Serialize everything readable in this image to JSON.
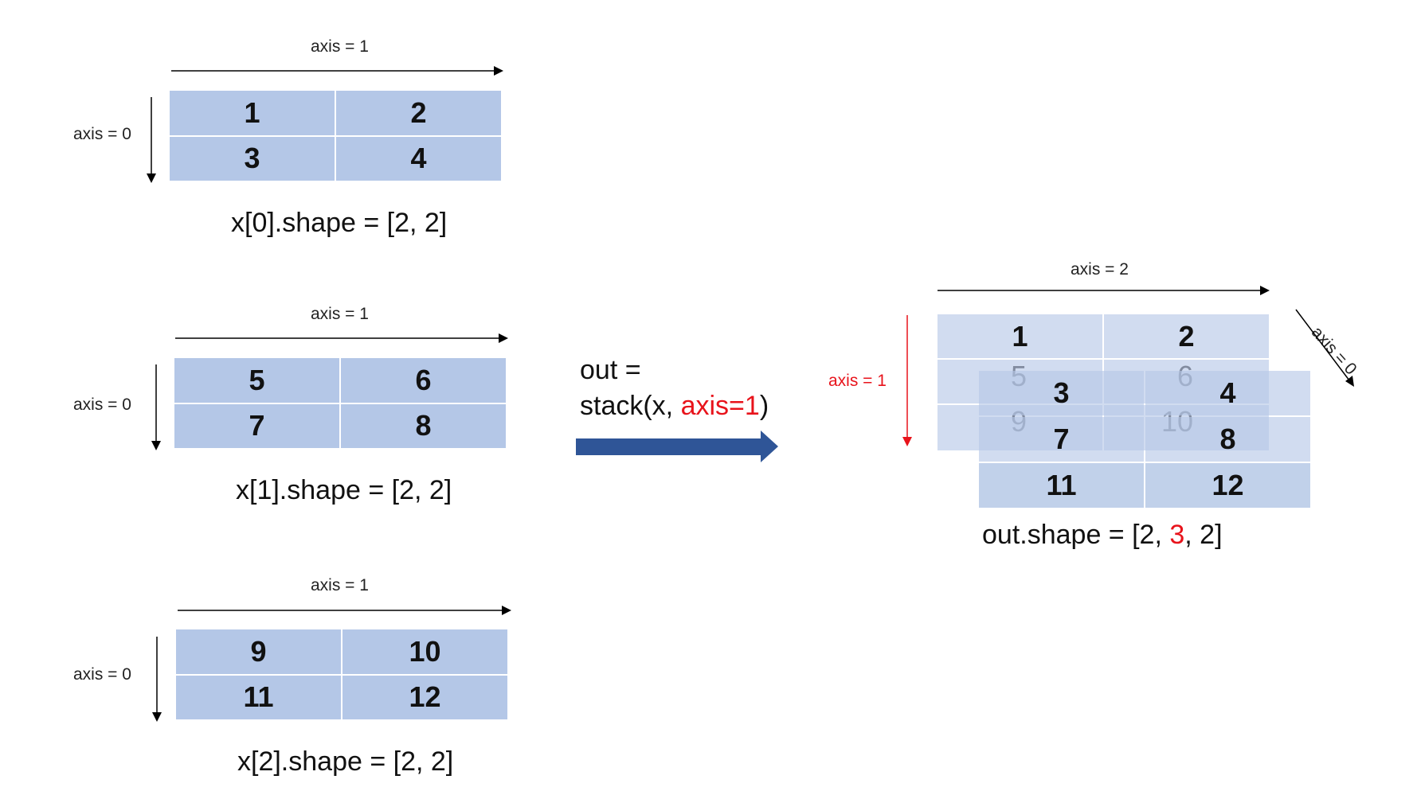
{
  "inputs": [
    {
      "axis1_label": "axis = 1",
      "axis0_label": "axis = 0",
      "values": [
        "1",
        "2",
        "3",
        "4"
      ],
      "shape": "x[0].shape = [2, 2]"
    },
    {
      "axis1_label": "axis = 1",
      "axis0_label": "axis = 0",
      "values": [
        "5",
        "6",
        "7",
        "8"
      ],
      "shape": "x[1].shape = [2, 2]"
    },
    {
      "axis1_label": "axis = 1",
      "axis0_label": "axis = 0",
      "values": [
        "9",
        "10",
        "11",
        "12"
      ],
      "shape": "x[2].shape = [2, 2]"
    }
  ],
  "operation": {
    "line1": "out =",
    "prefix": "stack(x, ",
    "arg": "axis=1",
    "suffix": ")",
    "arrow_color": "#2f5597"
  },
  "output": {
    "axis2_label": "axis = 2",
    "axis1_label": "axis = 1",
    "axis0_label": "axis = 0",
    "back_values": [
      "1",
      "2",
      "5",
      "6",
      "9",
      "10"
    ],
    "front_values": [
      "3",
      "4",
      "7",
      "8",
      "11",
      "12"
    ],
    "shape_prefix": "out.shape = [2, ",
    "shape_highlight": "3",
    "shape_suffix": ", 2]"
  },
  "colors": {
    "cell": "#b4c7e7",
    "highlight": "#e8131b",
    "arrow": "#2f5597"
  }
}
